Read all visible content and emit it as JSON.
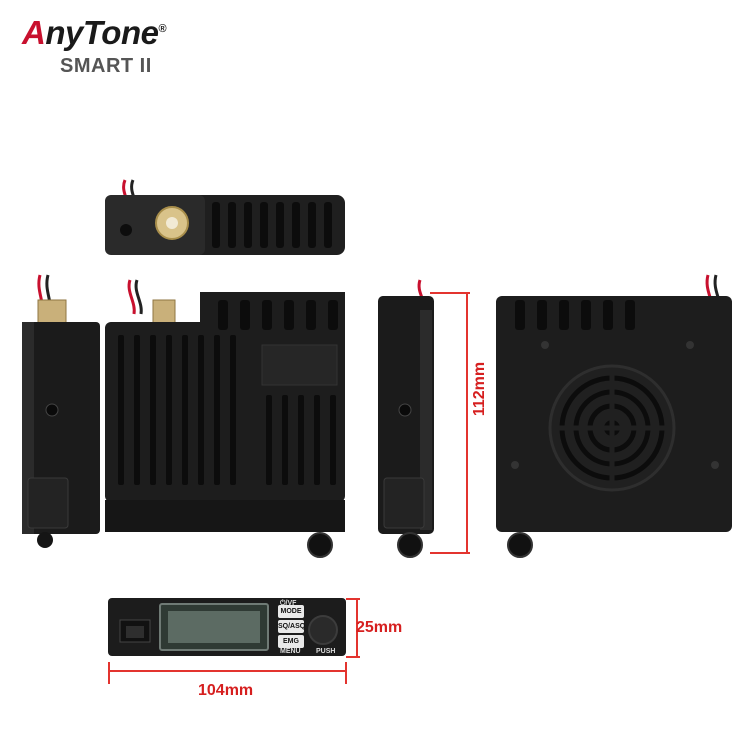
{
  "brand": {
    "name_first": "A",
    "name_rest": "nyTone",
    "registered": "®",
    "model": "SMART II"
  },
  "dimensions": {
    "height": "112mm",
    "depth": "25mm",
    "width": "104mm"
  },
  "front_panel": {
    "buttons": [
      "MODE",
      "SQ/ASQ",
      "EMG"
    ],
    "menu_label": "MENU",
    "push_label": "PUSH",
    "power_label": "⏻/VF"
  },
  "colors": {
    "accent": "#e3342f",
    "brand_red": "#c8102e",
    "body": "#1c1c1c"
  }
}
